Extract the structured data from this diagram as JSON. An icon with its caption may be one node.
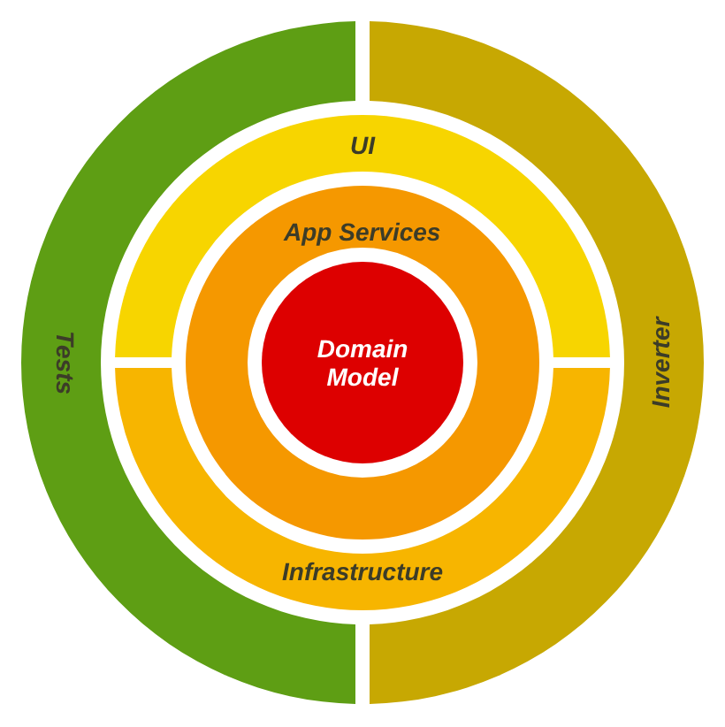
{
  "diagram": {
    "nodes": [
      {
        "text": [
          "Tests"
        ]
      },
      {
        "text": [
          "Inverter"
        ]
      },
      {
        "text": [
          "UI"
        ]
      },
      {
        "text": [
          "App Services"
        ]
      },
      {
        "text": [
          "Domain Model"
        ],
        "in": 3
      },
      {
        "text": [
          "Infrastructure"
        ]
      }
    ]
  }
}
